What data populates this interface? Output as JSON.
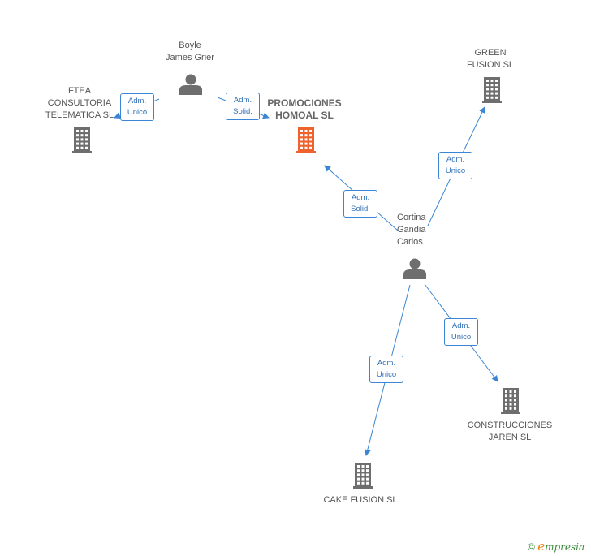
{
  "nodes": {
    "boyle": {
      "lines": [
        "Boyle",
        "James Grier"
      ],
      "kind": "person"
    },
    "ftea": {
      "lines": [
        "FTEA",
        "CONSULTORIA",
        "TELEMATICA  SL"
      ],
      "kind": "company"
    },
    "promociones": {
      "lines": [
        "PROMOCIONES",
        "HOMOAL SL"
      ],
      "kind": "company-focus"
    },
    "green": {
      "lines": [
        "GREEN",
        "FUSION SL"
      ],
      "kind": "company"
    },
    "cortina": {
      "lines": [
        "Cortina",
        "Gandia",
        "Carlos"
      ],
      "kind": "person"
    },
    "construcciones": {
      "lines": [
        "CONSTRUCCIONES",
        "JAREN SL"
      ],
      "kind": "company"
    },
    "cake": {
      "lines": [
        "CAKE FUSION SL"
      ],
      "kind": "company"
    }
  },
  "edges": [
    {
      "from": "boyle",
      "to": "ftea",
      "role": [
        "Adm.",
        "Unico"
      ]
    },
    {
      "from": "boyle",
      "to": "promociones",
      "role": [
        "Adm.",
        "Solid."
      ]
    },
    {
      "from": "cortina",
      "to": "promociones",
      "role": [
        "Adm.",
        "Solid."
      ]
    },
    {
      "from": "cortina",
      "to": "green",
      "role": [
        "Adm.",
        "Unico"
      ]
    },
    {
      "from": "cortina",
      "to": "construcciones",
      "role": [
        "Adm.",
        "Unico"
      ]
    },
    {
      "from": "cortina",
      "to": "cake",
      "role": [
        "Adm.",
        "Unico"
      ]
    }
  ],
  "colors": {
    "edge": "#3a86d4",
    "icon": "#6e6e6e",
    "focus_icon": "#f0622d"
  },
  "footer": {
    "copyright": "©",
    "brand_initial": "e",
    "brand_rest": "mpresia"
  }
}
